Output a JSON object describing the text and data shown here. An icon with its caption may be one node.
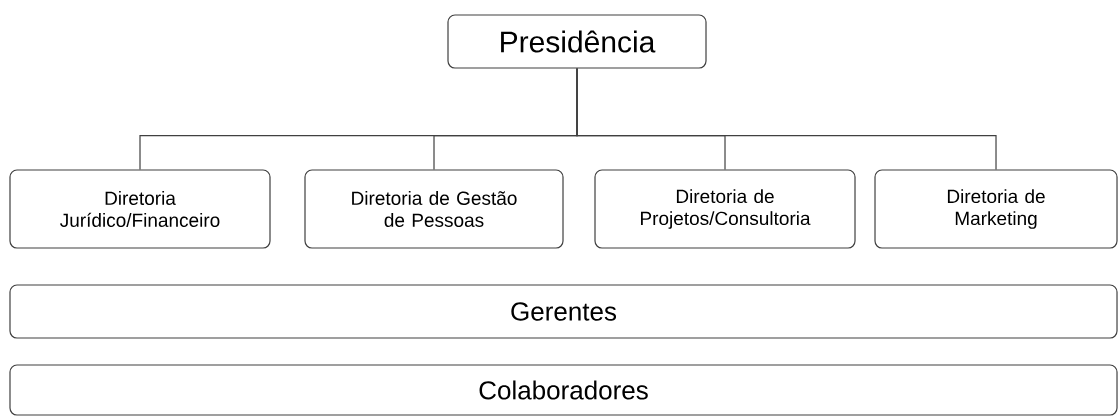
{
  "diagram": {
    "nodes": [
      {
        "text": [
          "Presidência"
        ]
      },
      {
        "text": [
          "Diretoria Jurídico/Financeiro"
        ]
      },
      {
        "text": [
          "Diretoria de Gestão de Pessoas"
        ]
      },
      {
        "text": [
          "Diretoria de Projetos/Consultoria"
        ]
      },
      {
        "text": [
          "Diretoria de Marketing"
        ]
      },
      {
        "text": [
          "Gerentes"
        ]
      },
      {
        "text": [
          "Colaboradores"
        ]
      }
    ],
    "edges": [
      {
        "from": 0,
        "to": 1,
        "arrow": "none"
      },
      {
        "from": 0,
        "to": 2,
        "arrow": "none"
      },
      {
        "from": 0,
        "to": 3,
        "arrow": "none"
      },
      {
        "from": 0,
        "to": 4,
        "arrow": "none"
      }
    ]
  }
}
